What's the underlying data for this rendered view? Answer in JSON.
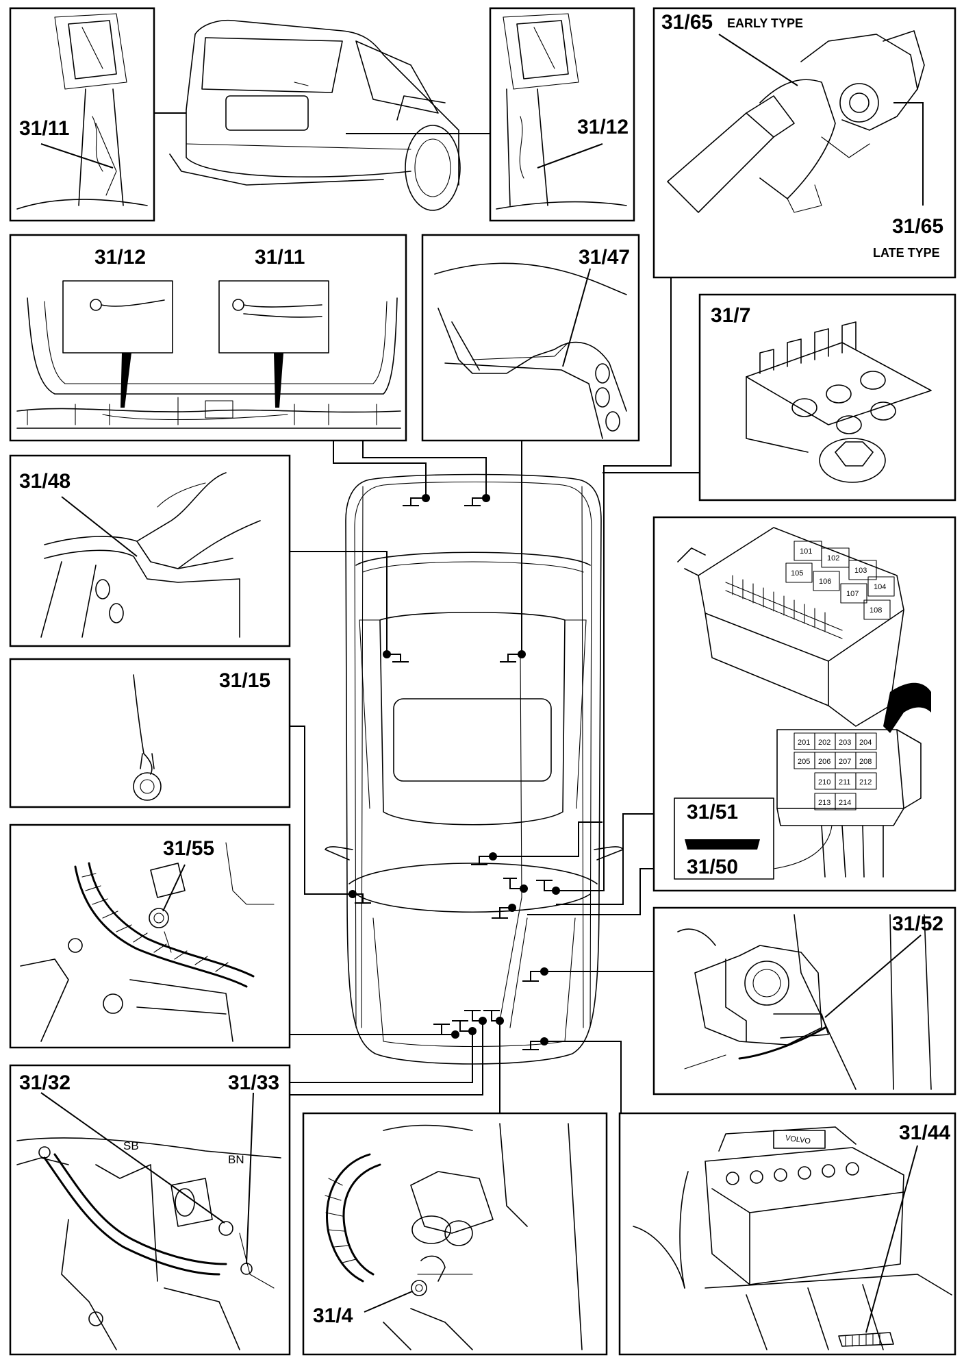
{
  "labels": {
    "p1": "31/11",
    "p2": "31/12",
    "p3_top": "31/65",
    "p3_top_note": "EARLY TYPE",
    "p3_bottom": "31/65",
    "p3_bottom_note": "LATE TYPE",
    "p4_left": "31/12",
    "p4_right": "31/11",
    "p5": "31/47",
    "p6": "31/7",
    "p7": "31/48",
    "p8_a": "31/51",
    "p8_b": "31/50",
    "p9": "31/15",
    "p10": "31/55",
    "p11": "31/52",
    "p12_left": "31/32",
    "p12_right": "31/33",
    "p13": "31/4",
    "p14": "31/44"
  },
  "wire_codes": {
    "sb": "SB",
    "bn": "BN"
  },
  "battery_brand": "VOLVO",
  "fuses_upper": [
    "101",
    "102",
    "103",
    "104",
    "105",
    "106",
    "107",
    "108"
  ],
  "fuses_lower": [
    "201",
    "202",
    "203",
    "204",
    "205",
    "206",
    "207",
    "208",
    "210",
    "211",
    "212",
    "213",
    "214"
  ]
}
